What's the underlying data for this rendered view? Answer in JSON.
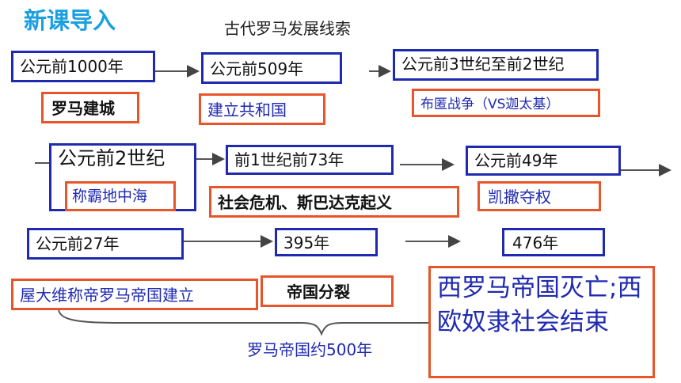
{
  "header": {
    "badge": "新课导入",
    "title": "古代罗马发展线索"
  },
  "row1": {
    "d1": "公元前1000年",
    "e1": "罗马建城",
    "d2": "公元前509年",
    "e2": "建立共和国",
    "d3": "公元前3世纪至前2世纪",
    "e3": "布匿战争（VS迦太基）"
  },
  "row2": {
    "d1": "公元前2世纪",
    "e1": "称霸地中海",
    "d2": "前1世纪前73年",
    "e2": "社会危机、斯巴达克起义",
    "d3": "公元前49年",
    "e3": "凯撒夺权"
  },
  "row3": {
    "d1": "公元前27年",
    "e1": "屋大维称帝罗马帝国建立",
    "d2": "395年",
    "e2": "帝国分裂",
    "d3": "476年",
    "e3": "西罗马帝国灭亡;西欧奴隶社会结束"
  },
  "brace_label": "罗马帝国约500年",
  "colors": {
    "badge": "#1aa0e0",
    "blue_text": "#1f2ab0",
    "red_border": "#e8552a",
    "blue_border": "#1f2ab0"
  }
}
